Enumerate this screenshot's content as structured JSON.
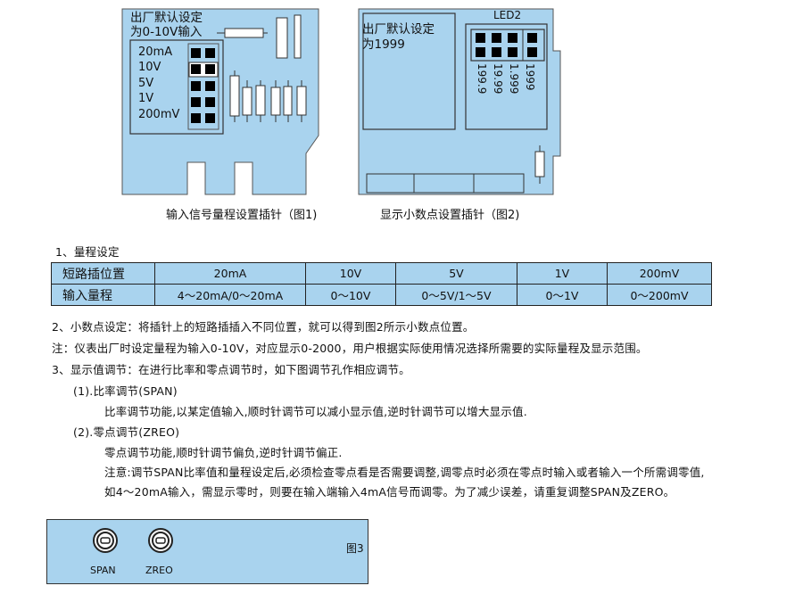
{
  "fig1": {
    "note": "出厂默认设定\n为0-10V输入",
    "note_line1": "出厂默认设定",
    "note_line2": "为0-10V输入",
    "ranges": [
      "20mA",
      "10V",
      "5V",
      "1V",
      "200mV"
    ],
    "caption": "输入信号量程设置插针（图1)"
  },
  "fig2": {
    "note_line1": "出厂默认设定",
    "note_line2": "为1999",
    "led_label": "LED2",
    "decimal_options": [
      "199.9",
      "19.99",
      "1.999",
      "1999"
    ],
    "caption": "显示小数点设置插针（图2)"
  },
  "section1": {
    "title": "1、量程设定",
    "table": {
      "header_label": "短路插位置",
      "row_label": "输入量程",
      "positions": [
        "20mA",
        "10V",
        "5V",
        "1V",
        "200mV"
      ],
      "ranges": [
        "4～20mA/0～20mA",
        "0～10V",
        "0～5V/1～5V",
        "0～1V",
        "0～200mV"
      ]
    }
  },
  "section2": "2、小数点设定：将插针上的短路插插入不同位置，就可以得到图2所示小数点位置。",
  "note": "注：仪表出厂时设定量程为输入0-10V，对应显示0-2000，用户根据实际使用情况选择所需要的实际量程及显示范围。",
  "section3": {
    "title": "3、显示值调节：在进行比率和零点调节时，如下图调节孔作相应调节。",
    "span_title": "(1).比率调节(SPAN)",
    "span_desc": "比率调节功能,以某定值输入,顺时针调节可以减小显示值,逆时针调节可以增大显示值.",
    "zero_title": "(2).零点调节(ZREO)",
    "zero_desc": "零点调节功能,顺时针调节偏负,逆时针调节偏正.",
    "attention_line1": "注意:调节SPAN比率值和量程设定后,必须检查零点看是否需要调整,调零点时必须在零点时输入或者输入一个所需调零值,",
    "attention_line2": "如4～20mA输入，需显示零时，则要在输入端输入4mA信号而调零。为了减少误差，请重复调整SPAN及ZERO。"
  },
  "fig3": {
    "label": "图3",
    "knobs": [
      "SPAN",
      "ZREO"
    ]
  },
  "colors": {
    "board": "#a9d3ee",
    "outline": "#333333"
  }
}
